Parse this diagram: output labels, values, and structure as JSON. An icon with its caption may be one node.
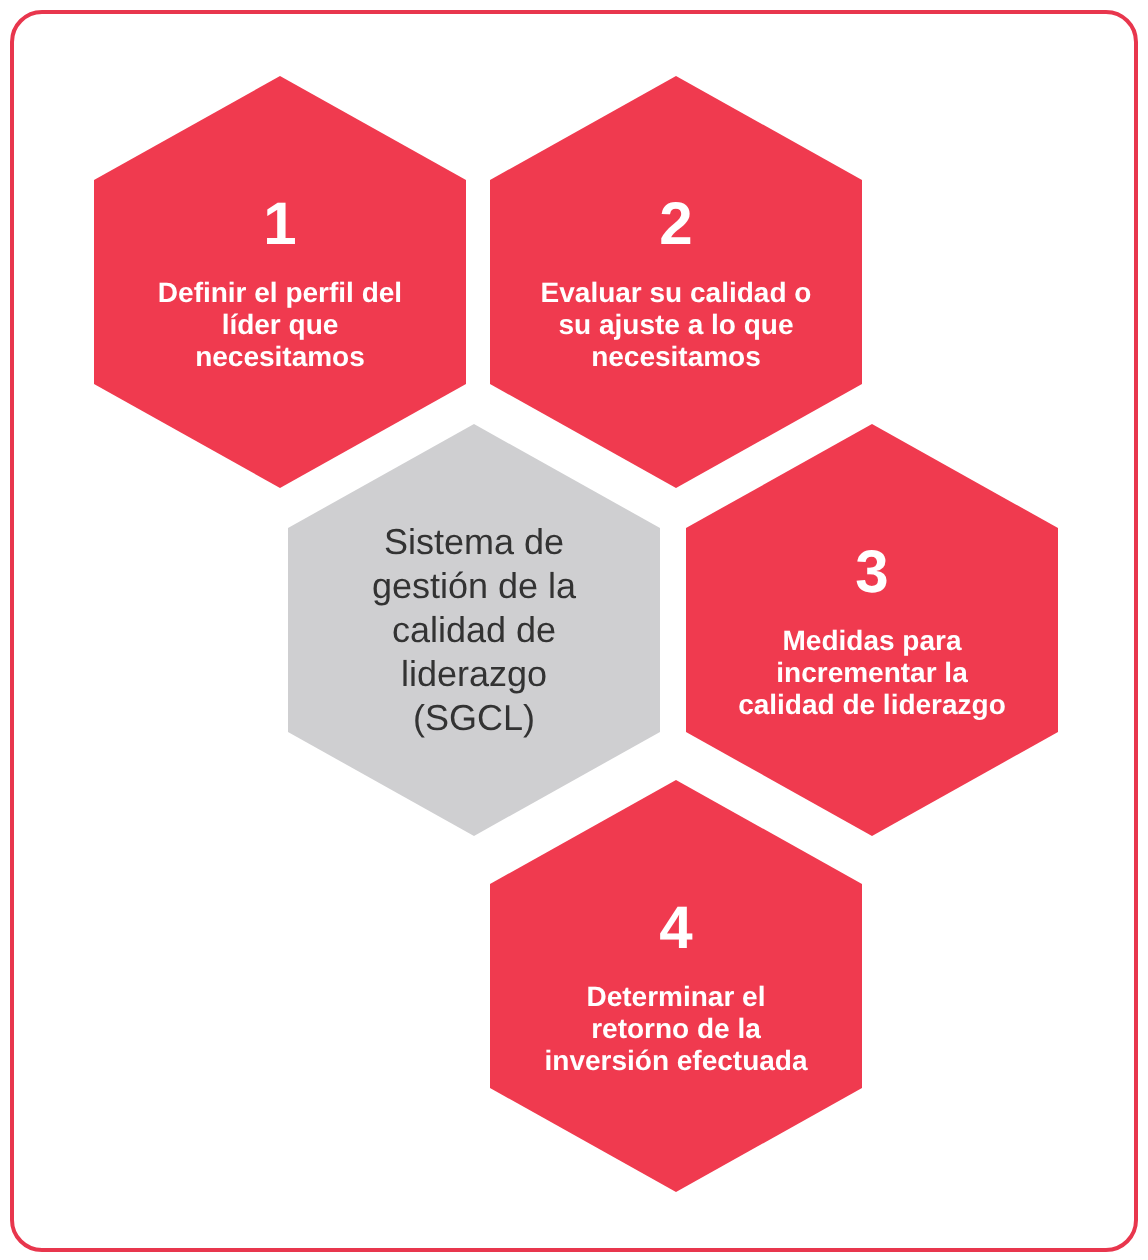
{
  "diagram": {
    "nodes": [
      {
        "text": [
          "1",
          "Definir el perfil del líder que necesitamos"
        ]
      },
      {
        "text": [
          "2",
          "Evaluar su calidad o su ajuste a lo que necesitamos"
        ]
      },
      {
        "text": [
          "Sistema de gestión de la calidad de liderazgo (SGCL)"
        ]
      },
      {
        "text": [
          "3",
          "Medidas para incrementar la calidad de liderazgo"
        ]
      },
      {
        "text": [
          "4",
          "Determinar el retorno de la inversión efectuada"
        ]
      }
    ]
  }
}
